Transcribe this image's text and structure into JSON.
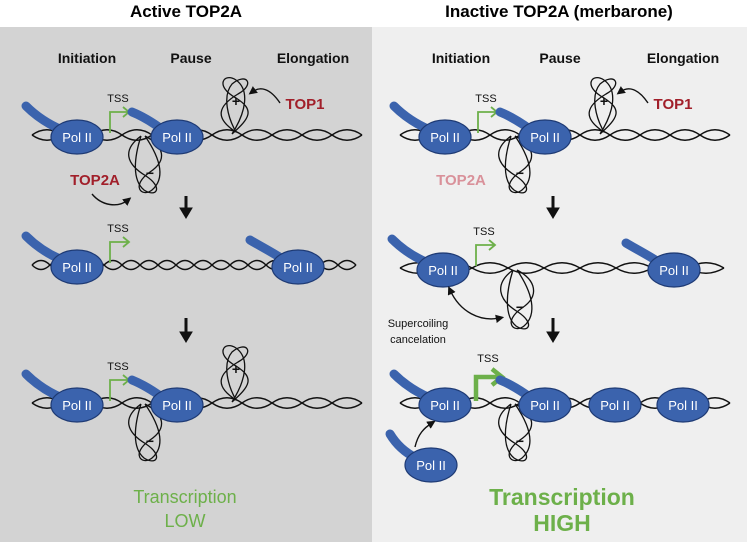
{
  "headers": {
    "left": "Active TOP2A",
    "right": "Inactive TOP2A (merbarone)"
  },
  "phases": {
    "initiation": "Initiation",
    "pause": "Pause",
    "elongation": "Elongation"
  },
  "labels": {
    "pol": "Pol II",
    "tss": "TSS",
    "top1": "TOP1",
    "top2a": "TOP2A",
    "plus": "+",
    "minus": "−",
    "supercoiling_1": "Supercoiling",
    "supercoiling_2": "cancelation"
  },
  "outcomes": {
    "left_1": "Transcription",
    "left_2": "LOW",
    "right_1": "Transcription",
    "right_2": "HIGH"
  },
  "colors": {
    "left_panel": "#d3d3d3",
    "right_panel": "#efefef",
    "pol_fill": "#3b63ad",
    "pol_stroke": "#1e3a74",
    "tss_green": "#6db04a",
    "top_red": "#a11f2a",
    "top_red_faded": "#d9919a",
    "outcome_green": "#6db04a"
  }
}
